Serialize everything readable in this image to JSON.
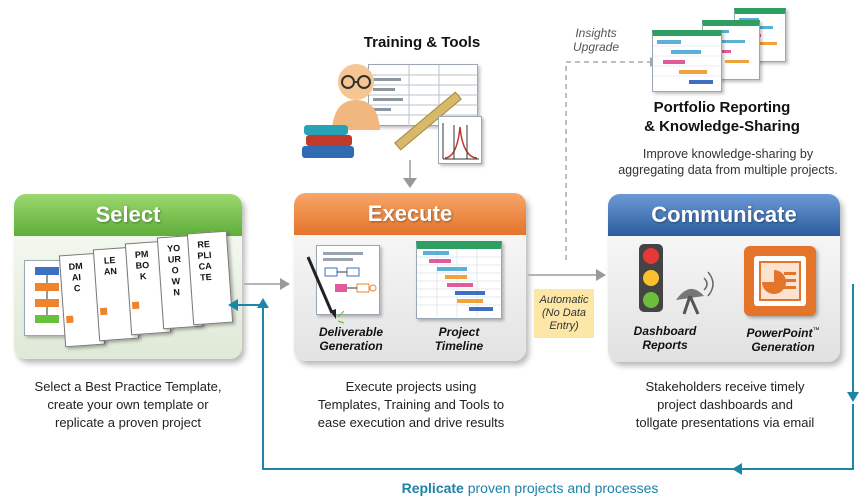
{
  "training": {
    "title": "Training & Tools"
  },
  "insights": {
    "line1": "Insights",
    "line2": "Upgrade"
  },
  "portfolio": {
    "title_line1": "Portfolio Reporting",
    "title_line2": "& Knowledge-Sharing",
    "desc_line1": "Improve knowledge-sharing by",
    "desc_line2": "aggregating data from multiple projects."
  },
  "select": {
    "title": "Select",
    "cards": [
      "DMAIC",
      "LEAN",
      "PMBOK",
      "YOUR OWN",
      "REPLICATE"
    ],
    "desc": [
      "Select a Best Practice Template,",
      "create your own template or",
      "replicate a proven project"
    ]
  },
  "execute": {
    "title": "Execute",
    "item1_line1": "Deliverable",
    "item1_line2": "Generation",
    "item2_line1": "Project",
    "item2_line2": "Timeline",
    "desc": [
      "Execute projects using",
      "Templates, Training and Tools to",
      "ease execution and drive results"
    ]
  },
  "automatic": {
    "line1": "Automatic",
    "line2": "(No Data",
    "line3": "Entry)"
  },
  "communicate": {
    "title": "Communicate",
    "item1_line1": "Dashboard",
    "item1_line2": "Reports",
    "item2_line1": "PowerPoint",
    "item2_tm": "™",
    "item2_line2": "Generation",
    "desc": [
      "Stakeholders receive timely",
      "project dashboards and",
      "tollgate presentations via email"
    ]
  },
  "footer": {
    "bold": "Replicate",
    "rest": " proven projects and processes"
  },
  "colors": {
    "green": "#5fae3a",
    "orange": "#e4742a",
    "blue": "#2b5c9e",
    "teal": "#1d86a8"
  }
}
